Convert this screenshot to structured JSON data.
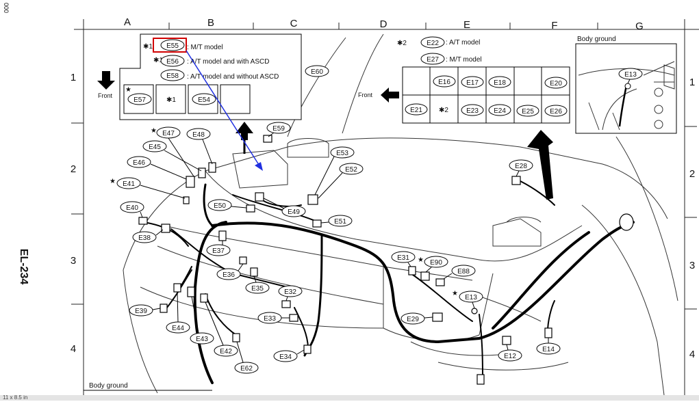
{
  "page": {
    "side_label": "EL-234",
    "corner_mark": "000",
    "status_text": "11 x 8.5 in"
  },
  "grid": {
    "columns": [
      "A",
      "B",
      "C",
      "D",
      "E",
      "F",
      "G"
    ],
    "rows": [
      "1",
      "2",
      "3",
      "4"
    ]
  },
  "legend_left": {
    "marks": [
      "✱1",
      "✱1"
    ],
    "entries": [
      {
        "code": "E55",
        "desc": ": M/T model"
      },
      {
        "code": "E56",
        "desc": ": A/T model and with ASCD"
      },
      {
        "code": "E58",
        "desc": ": A/T model and without ASCD"
      }
    ],
    "front": "Front",
    "cells": [
      "E57",
      "✱1",
      "E54",
      ""
    ],
    "cell_star": "★"
  },
  "legend_right": {
    "mark": "✱2",
    "entries": [
      {
        "code": "E22",
        "desc": ": A/T model"
      },
      {
        "code": "E27",
        "desc": ": M/T model"
      }
    ],
    "front": "Front",
    "row1": [
      "",
      "E16",
      "E17",
      "E18",
      "",
      "E20"
    ],
    "row2": [
      "E21",
      "✱2",
      "E23",
      "E24",
      "E25",
      "E26"
    ]
  },
  "body_ground_top": {
    "title": "Body ground",
    "connector": "E13"
  },
  "body_ground_bottom": {
    "title": "Body ground"
  },
  "connectors": [
    "E60",
    "E47",
    "E48",
    "E59",
    "E45",
    "E46",
    "E53",
    "E52",
    "E41",
    "E40",
    "E50",
    "E49",
    "E51",
    "E38",
    "E37",
    "E36",
    "E35",
    "E32",
    "E33",
    "E34",
    "E39",
    "E44",
    "E43",
    "E42",
    "E62",
    "E31",
    "E90",
    "E88",
    "E13",
    "E29",
    "E28",
    "E12",
    "E14"
  ],
  "star": "★"
}
